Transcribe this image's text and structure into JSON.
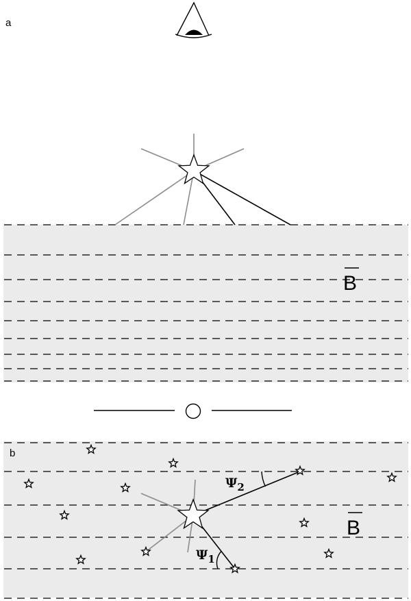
{
  "panel_a": {
    "label": "a",
    "field_label": "B"
  },
  "panel_b": {
    "label": "b",
    "field_label": "B",
    "angle_1": {
      "symbol": "Ψ",
      "subscript": "1"
    },
    "angle_2": {
      "symbol": "Ψ",
      "subscript": "2"
    }
  }
}
